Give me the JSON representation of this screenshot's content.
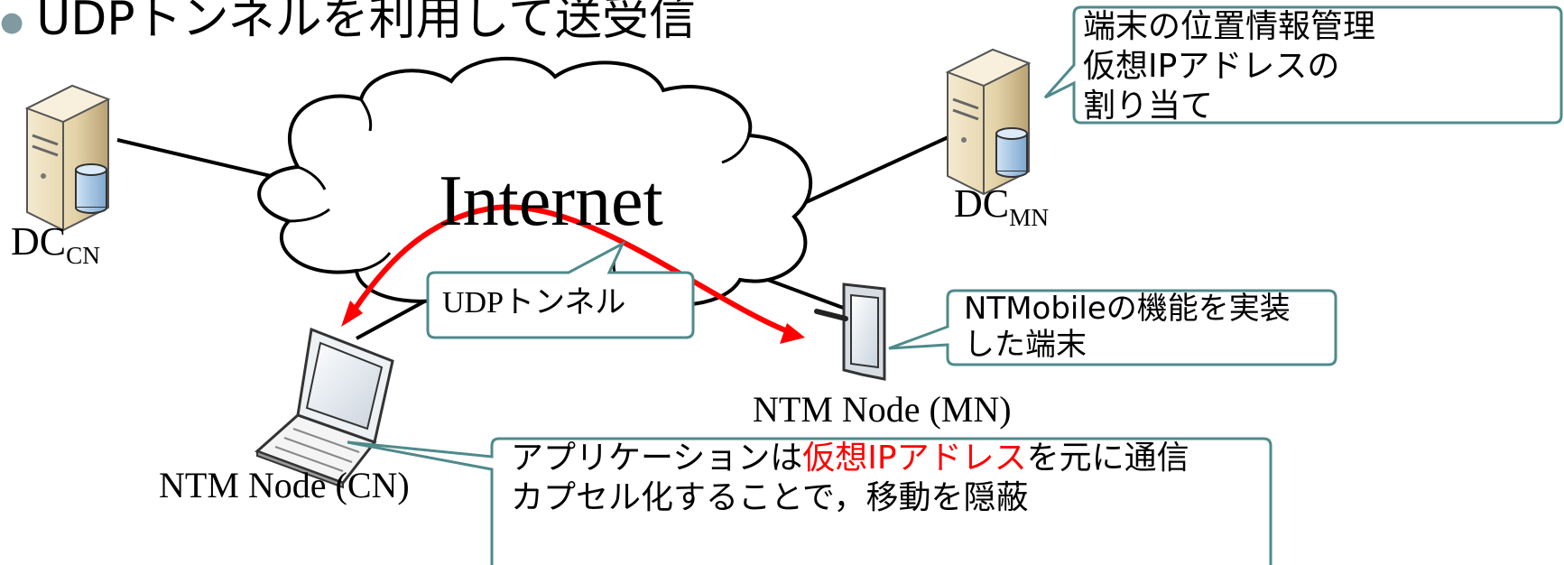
{
  "slide": {
    "title": "UDPトンネルを利用して送受信"
  },
  "nodes": {
    "dc_cn": {
      "base": "DC",
      "sub": "CN",
      "icon": "server-icon"
    },
    "dc_mn": {
      "base": "DC",
      "sub": "MN",
      "icon": "server-icon"
    },
    "cn": {
      "label": "NTM Node (CN)",
      "icon": "laptop-icon"
    },
    "mn": {
      "label": "NTM Node (MN)",
      "icon": "tablet-icon"
    }
  },
  "cloud": {
    "label": "Internet"
  },
  "callouts": {
    "dc_mn": {
      "lines": [
        "端末の位置情報管理",
        "仮想IPアドレスの",
        "割り当て"
      ]
    },
    "tunnel": {
      "text": "UDPトンネル"
    },
    "mn": {
      "lines": [
        "NTMobileの機能を実装",
        "した端末"
      ]
    },
    "app": {
      "line1_prefix": "アプリケーションは",
      "line1_highlight": "仮想IPアドレス",
      "line1_suffix": "を元に通信",
      "line2": "カプセル化することで，移動を隠蔽"
    }
  },
  "colors": {
    "tunnel_arrow": "#ff0000",
    "callout_border": "#4f8a8b",
    "highlight": "#ff0000"
  }
}
